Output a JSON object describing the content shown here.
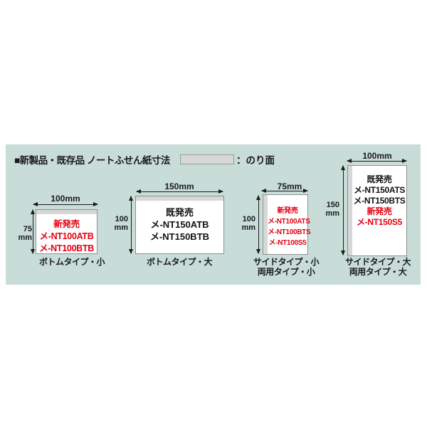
{
  "header": {
    "title": "■新製品・既存品 ノートふせん紙寸法",
    "glue_legend": "：のり面"
  },
  "products": [
    {
      "id": "bottom-small",
      "width_label": "100mm",
      "height_value": "75",
      "height_unit": "mm",
      "glue_edge": "top",
      "lines": [
        "新発売",
        "メ-NT100ATB",
        "メ-NT100BTB"
      ],
      "captions": [
        "ボトムタイプ・小"
      ]
    },
    {
      "id": "bottom-large",
      "width_label": "150mm",
      "height_value": "100",
      "height_unit": "mm",
      "glue_edge": "top",
      "lines": [
        "既発売",
        "メ-NT150ATB",
        "メ-NT150BTB"
      ],
      "captions": [
        "ボトムタイプ・大"
      ]
    },
    {
      "id": "side-small",
      "width_label": "75mm",
      "height_value": "100",
      "height_unit": "mm",
      "glue_edge": "left",
      "lines": [
        "新発売",
        "メ-NT100ATS",
        "メ-NT100BTS",
        "メ-NT100S5"
      ],
      "captions": [
        "サイドタイプ・小",
        "両用タイプ・小"
      ]
    },
    {
      "id": "side-large",
      "width_label": "100mm",
      "height_value": "150",
      "height_unit": "mm",
      "glue_edge": "left",
      "lines": [
        "既発売",
        "メ-NT150ATS",
        "メ-NT150BTS",
        "新発売",
        "メ-NT150S5"
      ],
      "captions": [
        "サイドタイプ・大",
        "両用タイプ・大"
      ]
    }
  ],
  "colors": {
    "panel_bg": "#c8dcd8",
    "new_release_red": "#e50012",
    "existing_black": "#111111",
    "glue_gray": "#d6d8d6",
    "box_border": "#8f8f8f"
  }
}
